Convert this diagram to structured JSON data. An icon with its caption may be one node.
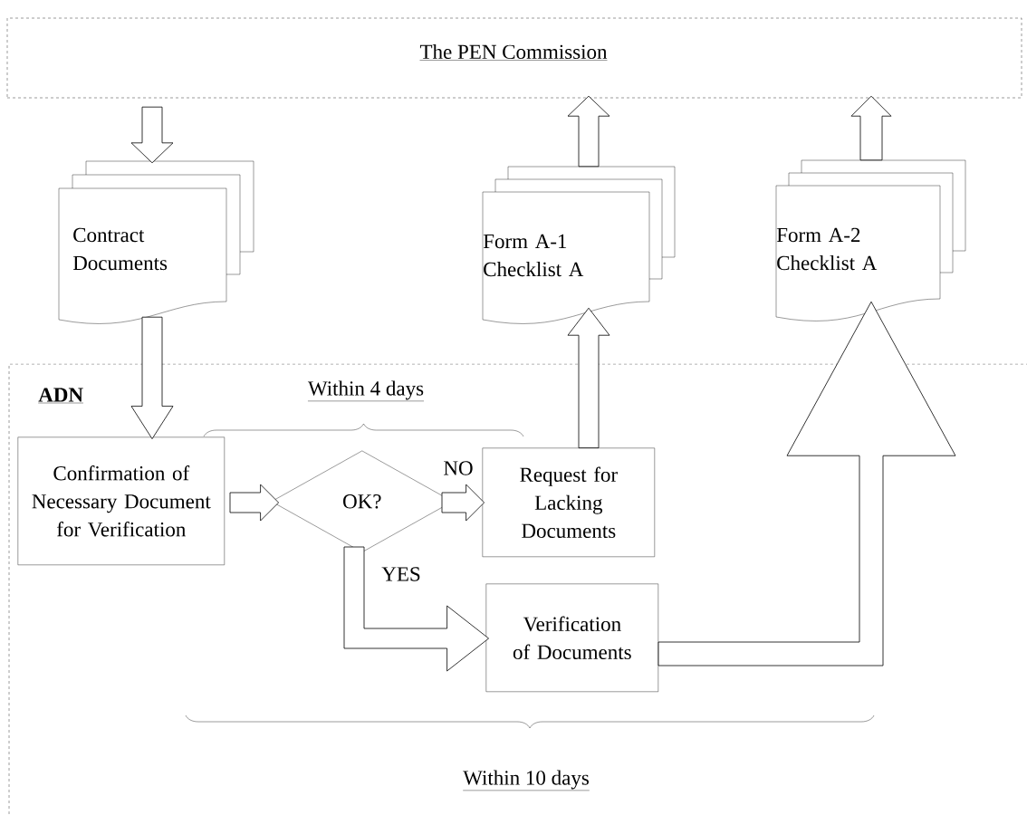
{
  "diagram": {
    "nodes": [
      {
        "text": [
          "The PEN Commission"
        ]
      },
      {
        "text": [
          "Contract Documents"
        ]
      },
      {
        "text": [
          "Form A-1 Checklist A"
        ]
      },
      {
        "text": [
          "Form A-2 Checklist A"
        ]
      },
      {
        "text": [
          "ADN"
        ]
      },
      {
        "text": [
          "Confirmation of Necessary Document for Verification"
        ],
        "in": 4
      },
      {
        "text": [
          "OK?"
        ],
        "in": 4
      },
      {
        "text": [
          "Request for Lacking Documents"
        ],
        "in": 4
      },
      {
        "text": [
          "Verification of Documents"
        ],
        "in": 4
      }
    ],
    "edges": [
      {
        "from": 0,
        "to": 1,
        "arrow": "to"
      },
      {
        "from": 1,
        "to": 5,
        "arrow": "to"
      },
      {
        "from": 5,
        "to": 6,
        "arrow": "to"
      },
      {
        "from": 6,
        "to": 7,
        "arrow": "to",
        "label": "NO"
      },
      {
        "from": 6,
        "to": 8,
        "arrow": "to",
        "label": "YES"
      },
      {
        "from": 7,
        "to": 2,
        "arrow": "to"
      },
      {
        "from": 2,
        "to": 0,
        "arrow": "to"
      },
      {
        "from": 8,
        "to": 3,
        "arrow": "to"
      },
      {
        "from": 3,
        "to": 0,
        "arrow": "to"
      }
    ],
    "labels": [
      "Within 4 days",
      "Within 10 days"
    ]
  }
}
